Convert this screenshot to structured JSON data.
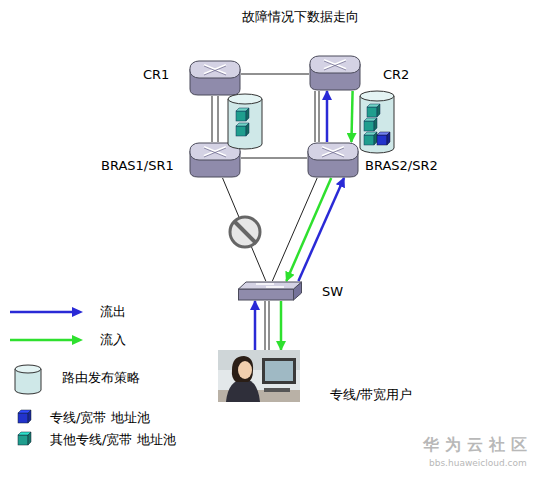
{
  "diagram": {
    "title": "故障情况下数据走向",
    "nodes": [
      {
        "text": [
          "CR1"
        ]
      },
      {
        "text": [
          "CR2"
        ]
      },
      {
        "text": [
          "BRAS1/SR1"
        ]
      },
      {
        "text": [
          "BRAS2/SR2"
        ]
      },
      {
        "text": [
          "SW"
        ]
      },
      {
        "text": [
          "专线/带宽用户"
        ]
      }
    ],
    "edges": [
      {
        "from": 0,
        "to": 1,
        "arrow": "none"
      },
      {
        "from": 0,
        "to": 2,
        "arrow": "none"
      },
      {
        "from": 1,
        "to": 3,
        "arrow": "none"
      },
      {
        "from": 3,
        "to": 1,
        "arrow": "to"
      },
      {
        "from": 1,
        "to": 3,
        "arrow": "to"
      },
      {
        "from": 2,
        "to": 3,
        "arrow": "none"
      },
      {
        "from": 2,
        "to": 4,
        "arrow": "none"
      },
      {
        "from": 3,
        "to": 4,
        "arrow": "none"
      },
      {
        "from": 3,
        "to": 4,
        "arrow": "to"
      },
      {
        "from": 4,
        "to": 3,
        "arrow": "to"
      },
      {
        "from": 5,
        "to": 4,
        "arrow": "to"
      },
      {
        "from": 4,
        "to": 5,
        "arrow": "to"
      },
      {
        "from": 4,
        "to": 5,
        "arrow": "none"
      }
    ],
    "labels": [
      "华为云社区",
      "bbs.huaweicloud.com"
    ],
    "legend": [
      {
        "text": "流出"
      },
      {
        "text": "流入"
      },
      {
        "text": "路由发布策略"
      },
      {
        "text": "专线/宽带 地址池",
        "color": "#2233cc"
      },
      {
        "text": "其他专线/宽带 地址池",
        "color": "#1f9e8e"
      }
    ]
  }
}
